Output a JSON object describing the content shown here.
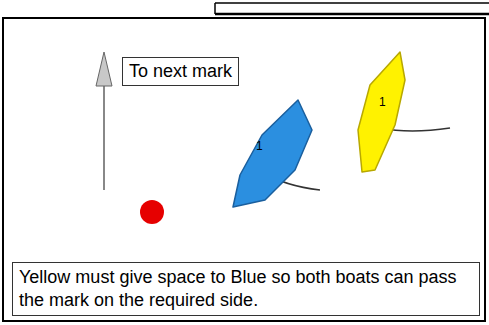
{
  "diagram": {
    "caption": "Yellow must give space to Blue so both boats can pass the mark on the required side.",
    "nodes": [
      {
        "text": [
          "To next mark"
        ]
      },
      {
        "text": [
          "1"
        ]
      },
      {
        "text": [
          "1"
        ]
      }
    ]
  }
}
